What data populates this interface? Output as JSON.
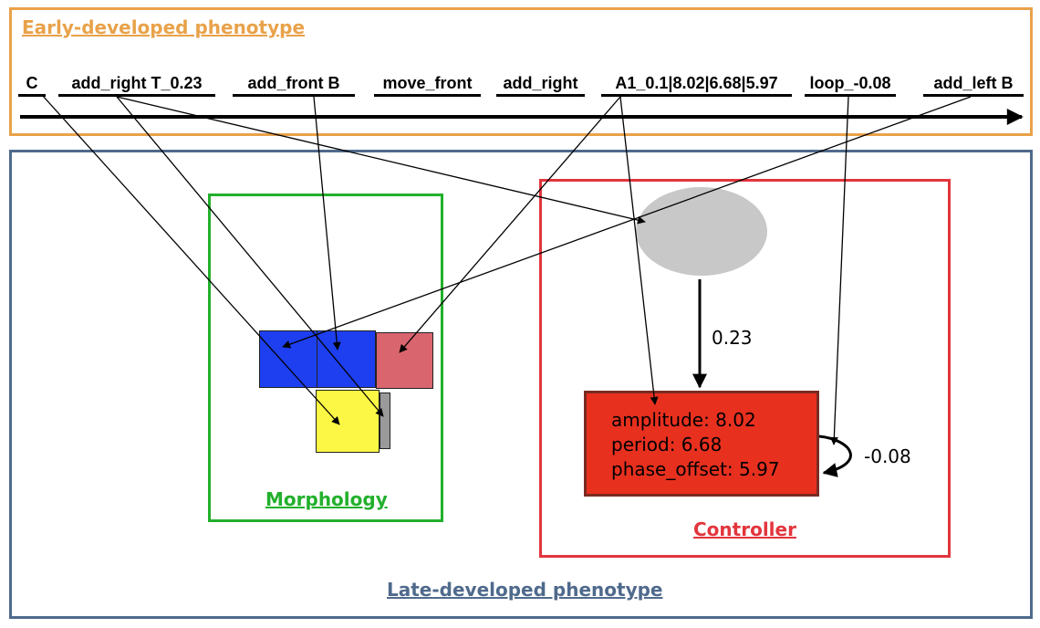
{
  "titles": {
    "early": "Early-developed phenotype",
    "late": "Late-developed phenotype",
    "morphology": "Morphology",
    "controller": "Controller"
  },
  "genome": {
    "genes": [
      "C",
      "add_right  T_0.23",
      "add_front  B",
      "move_front",
      "add_right",
      "A1_0.1|8.02|6.68|5.97",
      "loop_-0.08",
      "add_left  B"
    ]
  },
  "controller": {
    "oscillator": {
      "amplitude": "amplitude: 8.02",
      "period": "period: 6.68",
      "phase_offset": "phase_offset: 5.97"
    },
    "edge_weight": "0.23",
    "loop_weight": "-0.08"
  },
  "colors": {
    "early_border": "#e9a24a",
    "late_border": "#4f6a8c",
    "morphology_border": "#22b02c",
    "controller_border": "#e2353d",
    "core_block": "#1d3ff0",
    "brick_block": "#1d3ff0",
    "red_block": "#d9656f",
    "yellow_block": "#fcf744",
    "joint_block": "#9a9a9a",
    "sensor_node": "#c8c8c8",
    "oscillator_node": "#e8301f"
  }
}
